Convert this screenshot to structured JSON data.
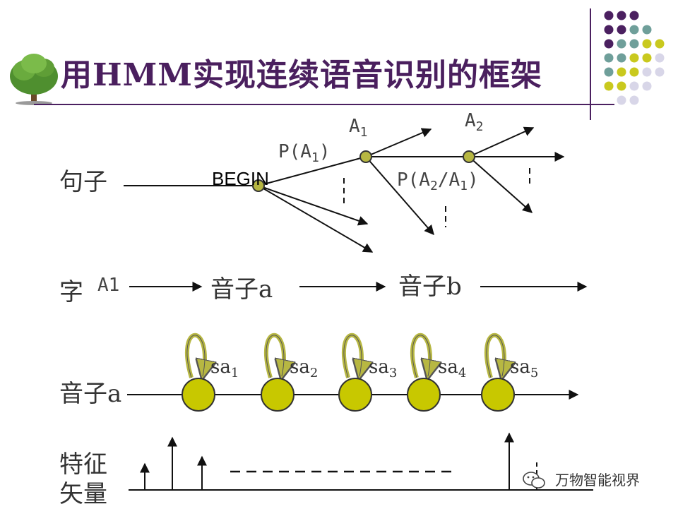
{
  "slide": {
    "title": "用HMM实现连续语音识别的框架",
    "colors": {
      "title": "#4a1f5e",
      "purple": "#4b2060",
      "teal": "#6f9f9a",
      "olive": "#c9c91e",
      "lavender": "#d8d6e8",
      "node_fill": "#c8c800"
    },
    "icons": [
      "tree-logo",
      "decorative-dot-grid",
      "wechat-icon"
    ]
  },
  "rows": {
    "sentence": "句子",
    "word": "字",
    "phoneme": "音子a",
    "feature_line1": "特征",
    "feature_line2": "矢量"
  },
  "sentence_graph": {
    "begin": "BEGIN",
    "a1": {
      "base": "A",
      "sub": "1"
    },
    "a2": {
      "base": "A",
      "sub": "2"
    },
    "p_a1": {
      "pre": "P(A",
      "sub": "1",
      "post": ")"
    },
    "p_a2a1": {
      "pre": "P(A",
      "sub1": "2",
      "mid": "/A",
      "sub2": "1",
      "post": ")"
    }
  },
  "word_row": {
    "a1": "A1",
    "phone_a": "音子a",
    "phone_b": "音子b"
  },
  "states": [
    {
      "base": "sa",
      "sub": "1"
    },
    {
      "base": "sa",
      "sub": "2"
    },
    {
      "base": "sa",
      "sub": "3"
    },
    {
      "base": "sa",
      "sub": "4"
    },
    {
      "base": "sa",
      "sub": "5"
    }
  ],
  "watermark": "万物智能视界"
}
